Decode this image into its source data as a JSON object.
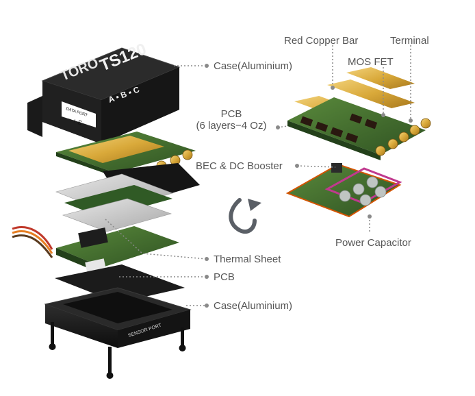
{
  "labels": {
    "case_top": "Case(Aluminium)",
    "red_copper_bar": "Red Copper Bar",
    "terminal": "Terminal",
    "mos_fet": "MOS FET",
    "pcb_right_line1": "PCB",
    "pcb_right_line2": "(6 layers−4 Oz)",
    "bec_dc_booster": "BEC & DC Booster",
    "power_capacitor": "Power Capacitor",
    "thermal_sheet": "Thermal Sheet",
    "pcb_left": "PCB",
    "case_bottom": "Case(Aluminium)"
  },
  "case_top_print": {
    "brand": "TORO",
    "model": "TS120",
    "phases": "A ▪ B ▪ C",
    "data_port": "DATA PORT",
    "port_pins": "− + S"
  },
  "case_bottom_print": {
    "sensor_port": "SENSOR PORT"
  },
  "colors": {
    "label_text": "#555555",
    "leader_dot": "#8a8a8a",
    "pcb_green": "#3f6b2e",
    "copper_gold": "#d9a93a",
    "case_black": "#1c1c1c",
    "rotate_arrow": "#5a5f66"
  },
  "icons": {
    "rotate": "rotate-arrow-icon"
  }
}
